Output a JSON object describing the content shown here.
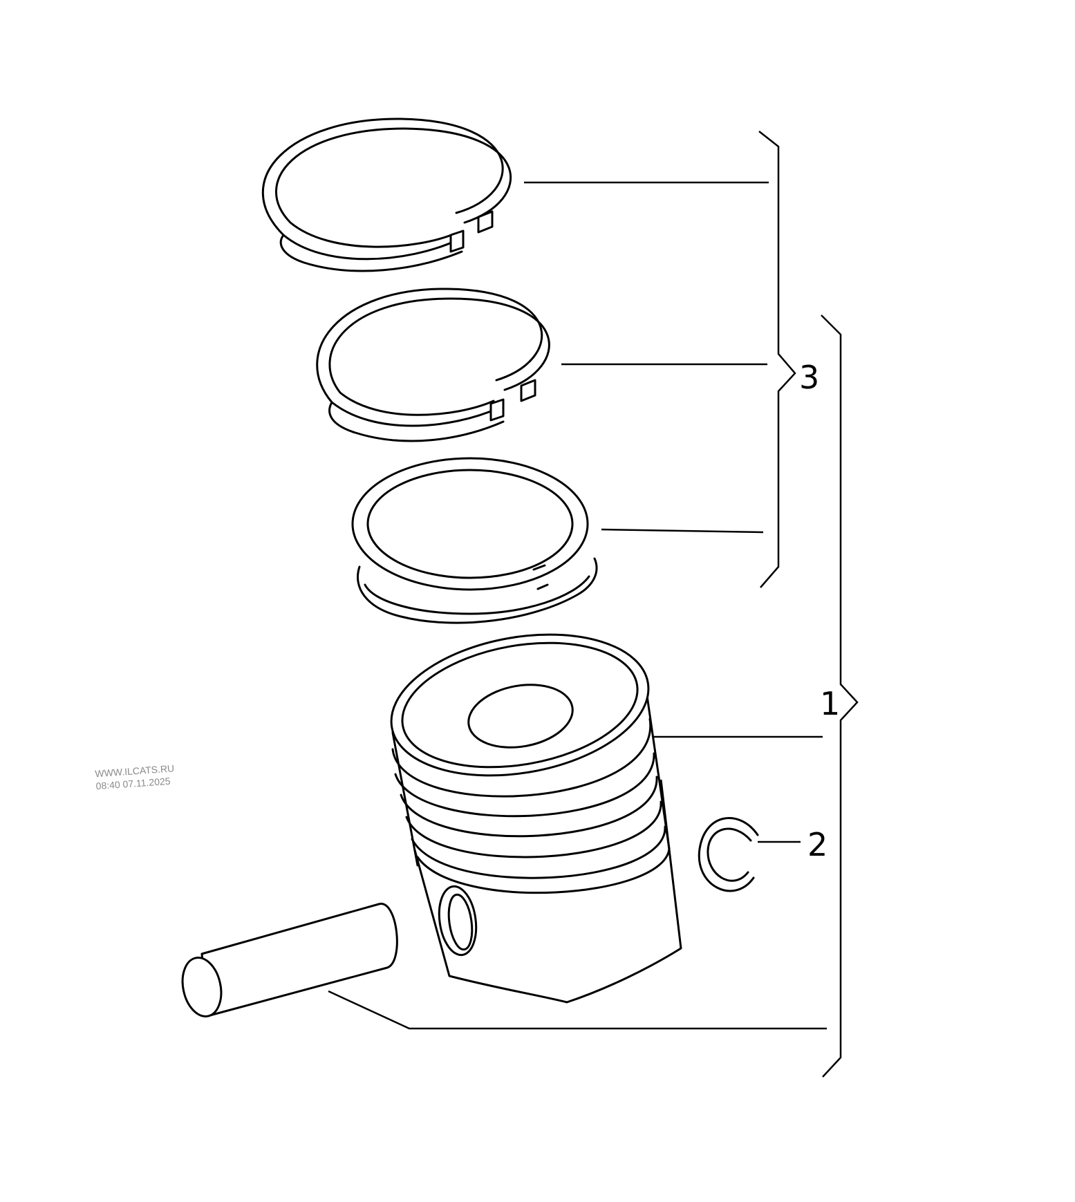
{
  "diagram": {
    "callouts": [
      {
        "id": "1",
        "label": "1"
      },
      {
        "id": "2",
        "label": "2"
      },
      {
        "id": "3",
        "label": "3"
      }
    ],
    "watermark": {
      "site": "WWW.ILCATS.RU",
      "timestamp": "08:40 07.11.2025"
    }
  }
}
